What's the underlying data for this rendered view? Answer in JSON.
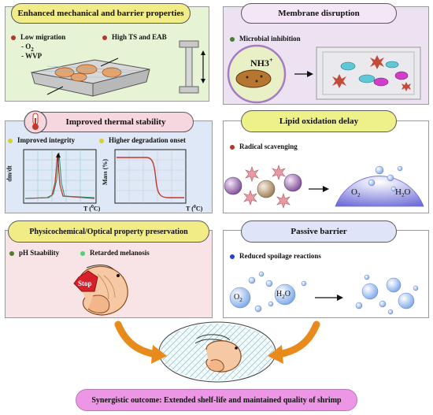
{
  "colors": {
    "panel_green": "#e6f3d4",
    "panel_purple": "#ece2f2",
    "panel_blue": "#dfe8f6",
    "panel_pink": "#f8e4e6",
    "dot_red": "#b5362a",
    "dot_green": "#4a7d2a",
    "dot_yellow": "#d8cf2a",
    "dot_blue": "#2540d8",
    "arrow_orange": "#e98a1c"
  },
  "panel_top_left": {
    "title": "Enhanced mechanical and barrier properties",
    "bullet_1": "Low migration",
    "sub_1": "- O",
    "sub_1_subscript": "2",
    "sub_2": "- WVP",
    "bullet_2": "High TS and EAB"
  },
  "panel_top_right": {
    "title": "Membrane disruption",
    "bullet_1": "Microbial inhibition",
    "ion_label": "NH3",
    "ion_charge": "+"
  },
  "panel_mid_left": {
    "title": "Improved thermal stability",
    "bullet_1": "Improved integrity",
    "bullet_2": "Higher degradation onset",
    "chart_1_ylabel": "dm/dt",
    "chart_1_xlabel": "T (",
    "chart_1_xlabel_sup": "0",
    "chart_1_xlabel_end": "C)",
    "chart_2_ylabel": "Mass (%)",
    "chart_2_xlabel": "T (",
    "chart_2_xlabel_sup": "0",
    "chart_2_xlabel_end": "C)"
  },
  "panel_mid_right": {
    "title": "Lipid oxidation delay",
    "bullet_1": "Radical scavenging",
    "o2_label": "O",
    "o2_sub": "2",
    "h2o_label": "H",
    "h2o_sub": "2",
    "h2o_end": "O"
  },
  "panel_bottom_left": {
    "title": "Physicochemical/Optical property preservation",
    "bullet_1": "pH Staability",
    "bullet_2": "Retarded melanosis",
    "stop_label": "Stop"
  },
  "panel_bottom_right": {
    "title": "Passive barrier",
    "bullet_1": "Reduced spoilage reactions",
    "o2_label": "O",
    "o2_sub": "2",
    "h2o_label": "H",
    "h2o_sub": "2",
    "h2o_end": "O"
  },
  "outcome": {
    "text": "Synergistic outcome: Extended shelf-life and maintained quality of shrimp"
  }
}
